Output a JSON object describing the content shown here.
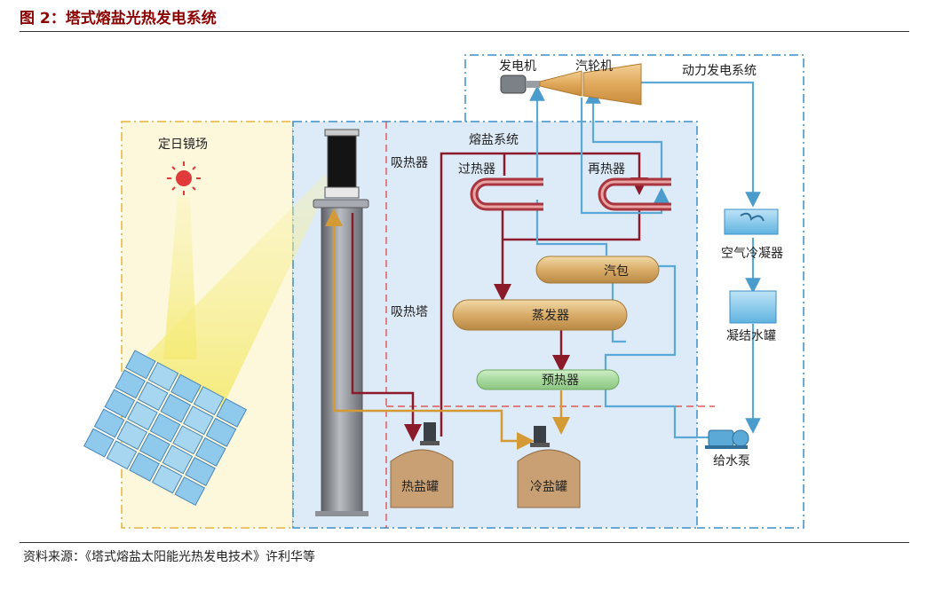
{
  "figure": {
    "title": "图 2：塔式熔盐光热发电系统",
    "source": "资料来源：《塔式熔盐太阳能光热发电技术》许利华等"
  },
  "zones": {
    "heliostat_field": "定日镜场",
    "molten_salt_system": "熔盐系统",
    "power_system": "动力发电系统"
  },
  "components": {
    "receiver": "吸热器",
    "tower": "吸热塔",
    "superheater": "过热器",
    "reheater": "再热器",
    "steam_drum": "汽包",
    "evaporator": "蒸发器",
    "preheater": "预热器",
    "hot_tank": "热盐罐",
    "cold_tank": "冷盐罐",
    "generator": "发电机",
    "turbine": "汽轮机",
    "air_condenser": "空气冷凝器",
    "condensate_tank": "凝结水罐",
    "feed_pump": "给水泵"
  },
  "colors": {
    "title_red": "#8b0000",
    "field_bg": "#fdf8dc",
    "field_border": "#e8b23a",
    "salt_bg": "#ddeaf7",
    "salt_border": "#3b8fc8",
    "power_border": "#3b8fc8",
    "divider_red": "#e03a3a",
    "hot_salt_pipe": "#8b1a2b",
    "cold_salt_pipe": "#d49a35",
    "water_pipe": "#5aa9d6",
    "tank_fill": "#c9a074"
  }
}
